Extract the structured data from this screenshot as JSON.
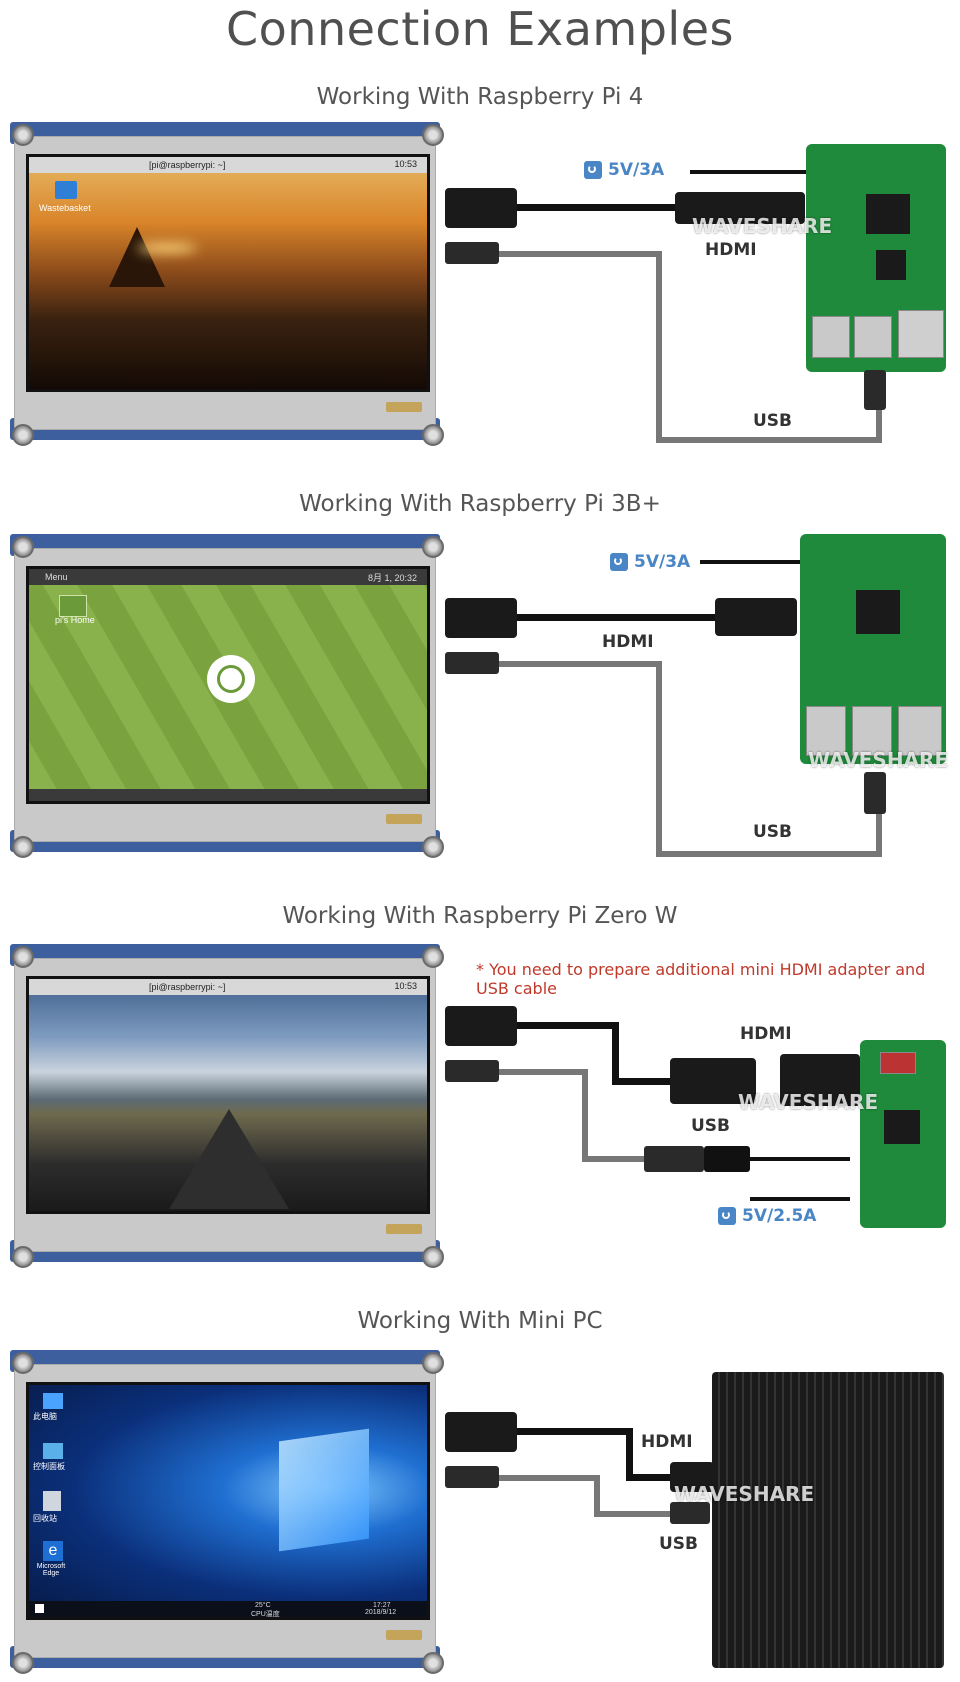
{
  "page": {
    "title": "Connection Examples"
  },
  "sections": [
    {
      "title": "Working With Raspberry Pi 4",
      "power": "5V/3A",
      "hdmi": "HDMI",
      "usb": "USB",
      "watermark": "WAVESHARE",
      "screen": {
        "taskbar_text": "[pi@raspberrypi: ~]",
        "clock": "10:53",
        "desktop_icon": "Wastebasket"
      }
    },
    {
      "title": "Working With Raspberry Pi 3B+",
      "power": "5V/3A",
      "hdmi": "HDMI",
      "usb": "USB",
      "watermark": "WAVESHARE",
      "screen": {
        "menu": "Menu",
        "clock": "8月 1, 20:32",
        "desktop_icon": "pi's Home"
      }
    },
    {
      "title": "Working With Raspberry Pi Zero W",
      "power": "5V/2.5A",
      "hdmi": "HDMI",
      "usb": "USB",
      "watermark": "WAVESHARE",
      "note": "* You need to prepare additional mini HDMI adapter and USB cable",
      "screen": {
        "taskbar_text": "[pi@raspberrypi: ~]",
        "clock": "10:53"
      }
    },
    {
      "title": "Working With Mini PC",
      "hdmi": "HDMI",
      "usb": "USB",
      "watermark": "WAVESHARE",
      "screen": {
        "icons": [
          "此电脑",
          "控制面板",
          "回收站",
          "Microsoft Edge"
        ],
        "weather": "25°C",
        "weather_label": "CPU温度",
        "time": "17:27",
        "date": "2018/9/12"
      }
    }
  ],
  "colors": {
    "title": "#505050",
    "power": "#4a86c5",
    "note": "#c0392b",
    "pcb": "#3e5f9e",
    "rpi_green": "#1f8a3b"
  }
}
